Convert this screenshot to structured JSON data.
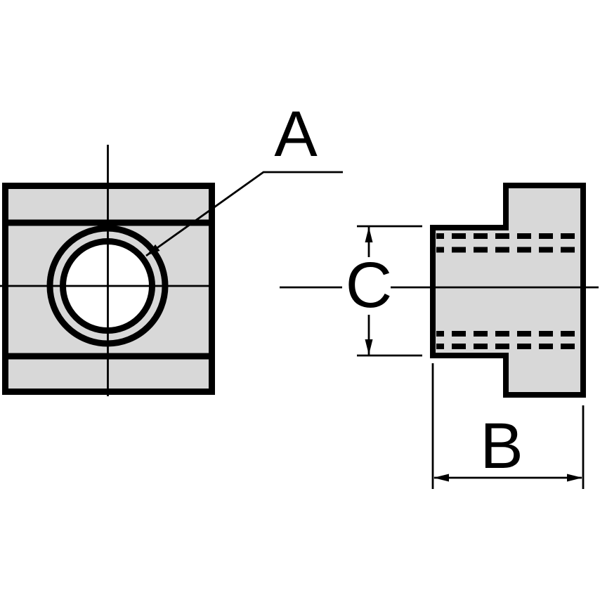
{
  "drawing": {
    "type": "engineering-drawing",
    "subject": "t-slot-nut",
    "labels": {
      "hole_callout": "A",
      "width_dimension": "B",
      "height_dimension": "C"
    },
    "callouts": [
      {
        "id": "A",
        "style": "leader-arrow",
        "points_to": "threaded-hole"
      },
      {
        "id": "B",
        "style": "linear-horizontal",
        "measures": "side-view-overall-width"
      },
      {
        "id": "C",
        "style": "linear-vertical",
        "measures": "side-view-neck-height"
      }
    ]
  },
  "colors": {
    "background": "#ffffff",
    "part_fill": "#d8d8d8",
    "line": "#000000"
  }
}
